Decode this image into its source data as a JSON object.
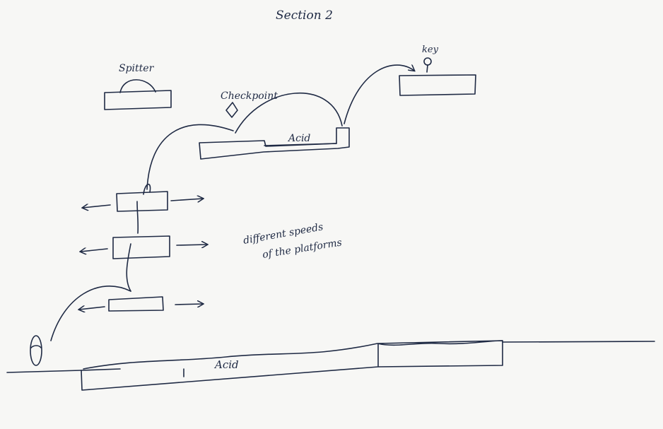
{
  "title": "Section 2",
  "labels": {
    "spitter": "Spitter",
    "checkpoint": "Checkpoint",
    "acid_upper": "Acid",
    "key": "key",
    "speeds_line1": "different speeds",
    "speeds_line2": "of the platforms",
    "acid_lower": "Acid"
  },
  "colors": {
    "ink": "#1f2a44",
    "paper": "#f7f7f5"
  }
}
